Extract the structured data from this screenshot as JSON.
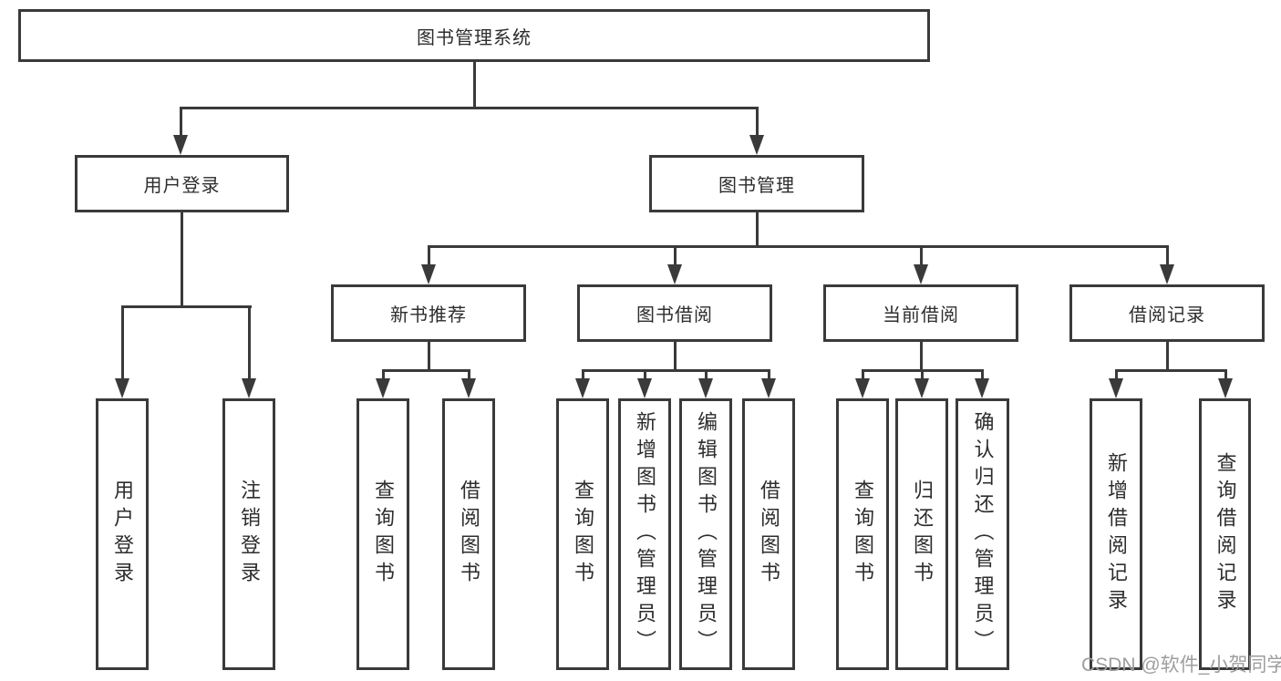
{
  "diagram": {
    "root": "图书管理系统",
    "level2": [
      "用户登录",
      "图书管理"
    ],
    "level3": [
      "新书推荐",
      "图书借阅",
      "当前借阅",
      "借阅记录"
    ],
    "leaves": {
      "user_login": [
        "用户登录",
        "注销登录"
      ],
      "new_book_rec": [
        "查询图书",
        "借阅图书"
      ],
      "book_borrow": [
        "查询图书",
        "新增图书（管理员）",
        "编辑图书（管理员）",
        "借阅图书"
      ],
      "current_borrow": [
        "查询图书",
        "归还图书",
        "确认归还（管理员）"
      ],
      "borrow_records": [
        "新增借阅记录",
        "查询借阅记录"
      ]
    }
  },
  "watermark": "CSDN @软件_小贺同学",
  "colors": {
    "line": "#3a3a3a",
    "text": "#2d2d2d",
    "watermark": "#9e9e9e",
    "background": "#ffffff"
  }
}
